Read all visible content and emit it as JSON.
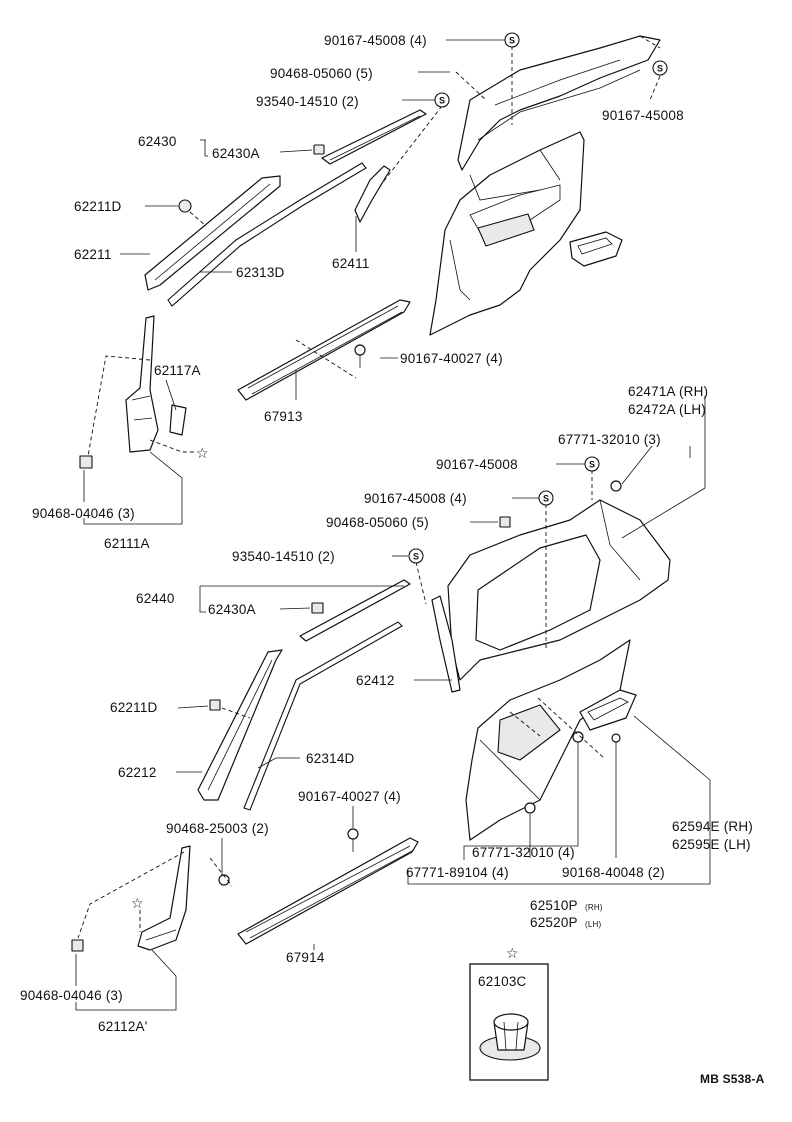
{
  "labels": {
    "clip_90167_45008_4_top": "90167-45008 (4)",
    "clip_90468_05060_5_top": "90468-05060 (5)",
    "clip_93540_14510_2_top": "93540-14510 (2)",
    "clip_90167_45008_right": "90167-45008",
    "p62430": "62430",
    "p62430a_top": "62430A",
    "p62211d_top": "62211D",
    "p62211": "62211",
    "p62313d": "62313D",
    "p62411": "62411",
    "p90167_40027_4_top": "90167-40027 (4)",
    "p62117a": "62117A",
    "p67913": "67913",
    "p90468_04046_3_top": "90468-04046 (3)",
    "p62111a": "62111A",
    "p62471a": "62471A (RH)",
    "p62472a": "62472A (LH)",
    "p67771_32010_3": "67771-32010 (3)",
    "p90167_45008_mid": "90167-45008",
    "p90167_45008_4_mid": "90167-45008 (4)",
    "p90468_05060_5_mid": "90468-05060 (5)",
    "p93540_14510_2_mid": "93540-14510 (2)",
    "p62440": "62440",
    "p62430a_mid": "62430A",
    "p62412": "62412",
    "p62211d_mid": "62211D",
    "p62314d": "62314D",
    "p62212": "62212",
    "p90167_40027_4_mid": "90167-40027 (4)",
    "p90468_25003_2": "90468-25003 (2)",
    "p62594e": "62594E (RH)",
    "p62595e": "62595E (LH)",
    "p67771_32010_4": "67771-32010 (4)",
    "p67771_89104_4": "67771-89104 (4)",
    "p90168_40048_2": "90168-40048 (2)",
    "p62510p": "62510P",
    "p62520p": "62520P",
    "rh_small": "(RH)",
    "lh_small": "(LH)",
    "p90468_04046_3_bot": "90468-04046 (3)",
    "p62112a": "62112A'",
    "p67914": "67914",
    "p62103c": "62103C",
    "ref_code": "MB S538-A"
  },
  "symbols": {
    "s_mark": "S",
    "star_mark": "☆"
  }
}
